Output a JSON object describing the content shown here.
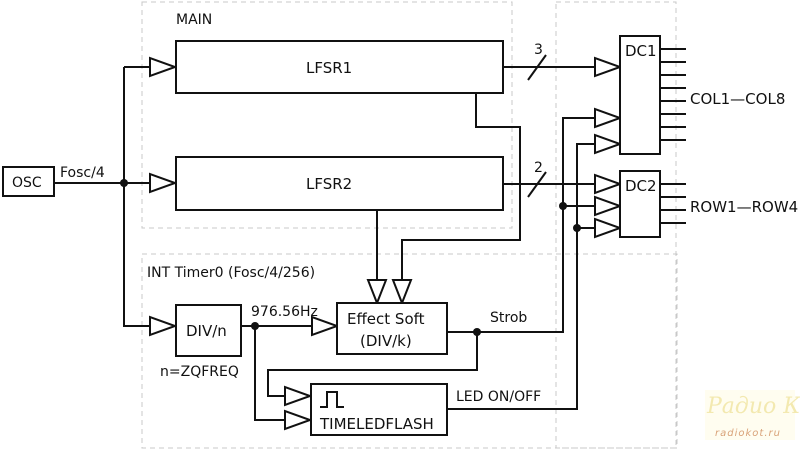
{
  "diagram": {
    "regions": {
      "main": "MAIN",
      "timer": "INT Timer0 (Fosc/4/256)"
    },
    "blocks": {
      "osc": "OSC",
      "lfsr1": "LFSR1",
      "lfsr2": "LFSR2",
      "div_n": "DIV/n",
      "effect_line1": "Effect Soft",
      "effect_line2": "(DIV/k)",
      "timeledflash": "TIMELEDFLASH",
      "dc1": "DC1",
      "dc2": "DC2"
    },
    "signals": {
      "fosc4": "Fosc/4",
      "bus3": "3",
      "bus2": "2",
      "freq": "976.56Hz",
      "n_param": "n=ZQFREQ",
      "strob": "Strob",
      "led": "LED ON/OFF",
      "cols": "COL1—COL8",
      "rows": "ROW1—ROW4"
    },
    "dc1_outputs": 8,
    "dc2_outputs": 4
  },
  "watermark": {
    "title": "Радио КОТ",
    "url": "radiokot.ru"
  }
}
